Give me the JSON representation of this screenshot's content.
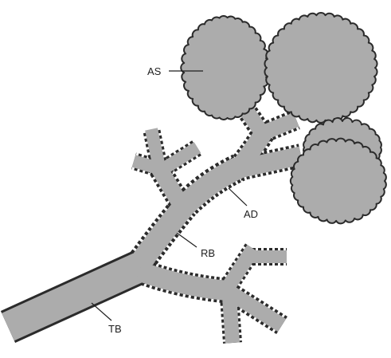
{
  "labels": {
    "alveolar_sac": "AS",
    "alveolar_duct": "AD",
    "respiratory_bronchiole": "RB",
    "terminal_bronchiole": "TB"
  },
  "colors": {
    "tissue_fill": "#acacac",
    "tissue_outline": "#2b2b2b",
    "background": "#ffffff",
    "label_text": "#1e1e1e"
  }
}
